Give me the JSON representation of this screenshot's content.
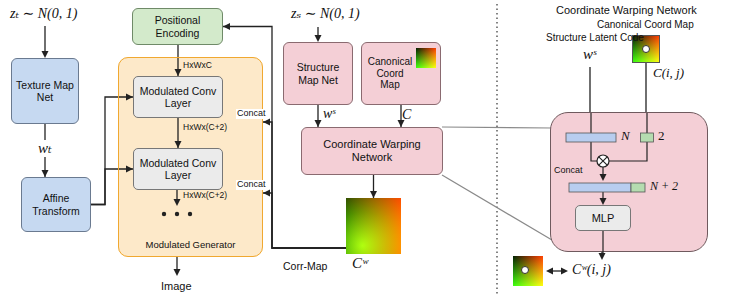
{
  "diagram": {
    "nodes": [
      {
        "text": [
          "Texture Map Net"
        ]
      },
      {
        "text": [
          "Affine Transform"
        ]
      },
      {
        "text": [
          "Positional Encoding"
        ]
      },
      {
        "text": [
          "Modulated Generator"
        ]
      },
      {
        "text": [
          "Modulated Conv Layer"
        ],
        "in": 3
      },
      {
        "text": [
          "Modulated Conv Layer"
        ],
        "in": 3
      },
      {
        "text": [
          "Structure Map Net"
        ]
      },
      {
        "text": [
          "Canonical Coord Map"
        ]
      },
      {
        "text": [
          "Coordinate Warping Network"
        ]
      },
      {
        "text": [
          "Corr-Map",
          "Cʷ"
        ]
      },
      {
        "text": [
          "Canonical Coord Map",
          "C(i, j)"
        ]
      },
      {
        "text": [
          "N",
          "2",
          "Concat",
          "N + 2"
        ]
      },
      {
        "text": [
          "MLP"
        ],
        "in": 11
      }
    ],
    "edges": [
      {
        "from": 0,
        "to": 1,
        "arrow": "to",
        "label": "wₜ"
      },
      {
        "from": 1,
        "to": 4,
        "arrow": "to"
      },
      {
        "from": 1,
        "to": 5,
        "arrow": "to"
      },
      {
        "from": 2,
        "to": 4,
        "arrow": "to",
        "label": "HxWxC"
      },
      {
        "from": 4,
        "to": 5,
        "arrow": "to",
        "label": "HxWx(C+2)"
      },
      {
        "from": 6,
        "to": 8,
        "arrow": "to",
        "label": "wˢ"
      },
      {
        "from": 7,
        "to": 8,
        "arrow": "to",
        "label": "C"
      },
      {
        "from": 8,
        "to": 9,
        "arrow": "to"
      },
      {
        "from": 9,
        "to": 2,
        "arrow": "to"
      },
      {
        "from": 9,
        "to": 3,
        "arrow": "to",
        "label": "Concat"
      },
      {
        "from": 9,
        "to": 3,
        "arrow": "to",
        "label": "Concat"
      },
      {
        "from": 10,
        "to": 11,
        "arrow": "none"
      }
    ],
    "labels": [
      "zₜ ∼ N(0, 1)",
      "zₛ ∼ N(0, 1)",
      "HxWx(C+2)",
      "Image",
      "Coordinate Warping Network",
      "Structure Latent Code",
      "wˢ",
      "Cʷ(i, j)"
    ]
  }
}
